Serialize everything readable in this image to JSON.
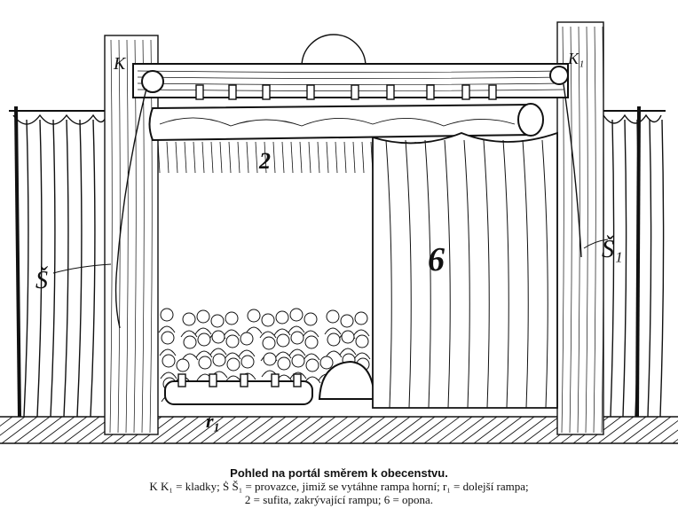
{
  "illustration": {
    "labels": {
      "pulley_left": "K",
      "pulley_right": "K₁",
      "border": "2",
      "curtain": "6",
      "rope_left": "Š",
      "rope_right": "Š₁",
      "lower_ramp": "r₁"
    }
  },
  "caption": {
    "title": "Pohled na portál směrem k obecenstvu.",
    "line1": "K K₁ = kladky; Ṡ Š₁ = provazce, jimiž se vytáhne rampa horní; r₁ = dolejší rampa;",
    "line2": "2 = sufita, zakrývající rampu; 6 = opona."
  }
}
